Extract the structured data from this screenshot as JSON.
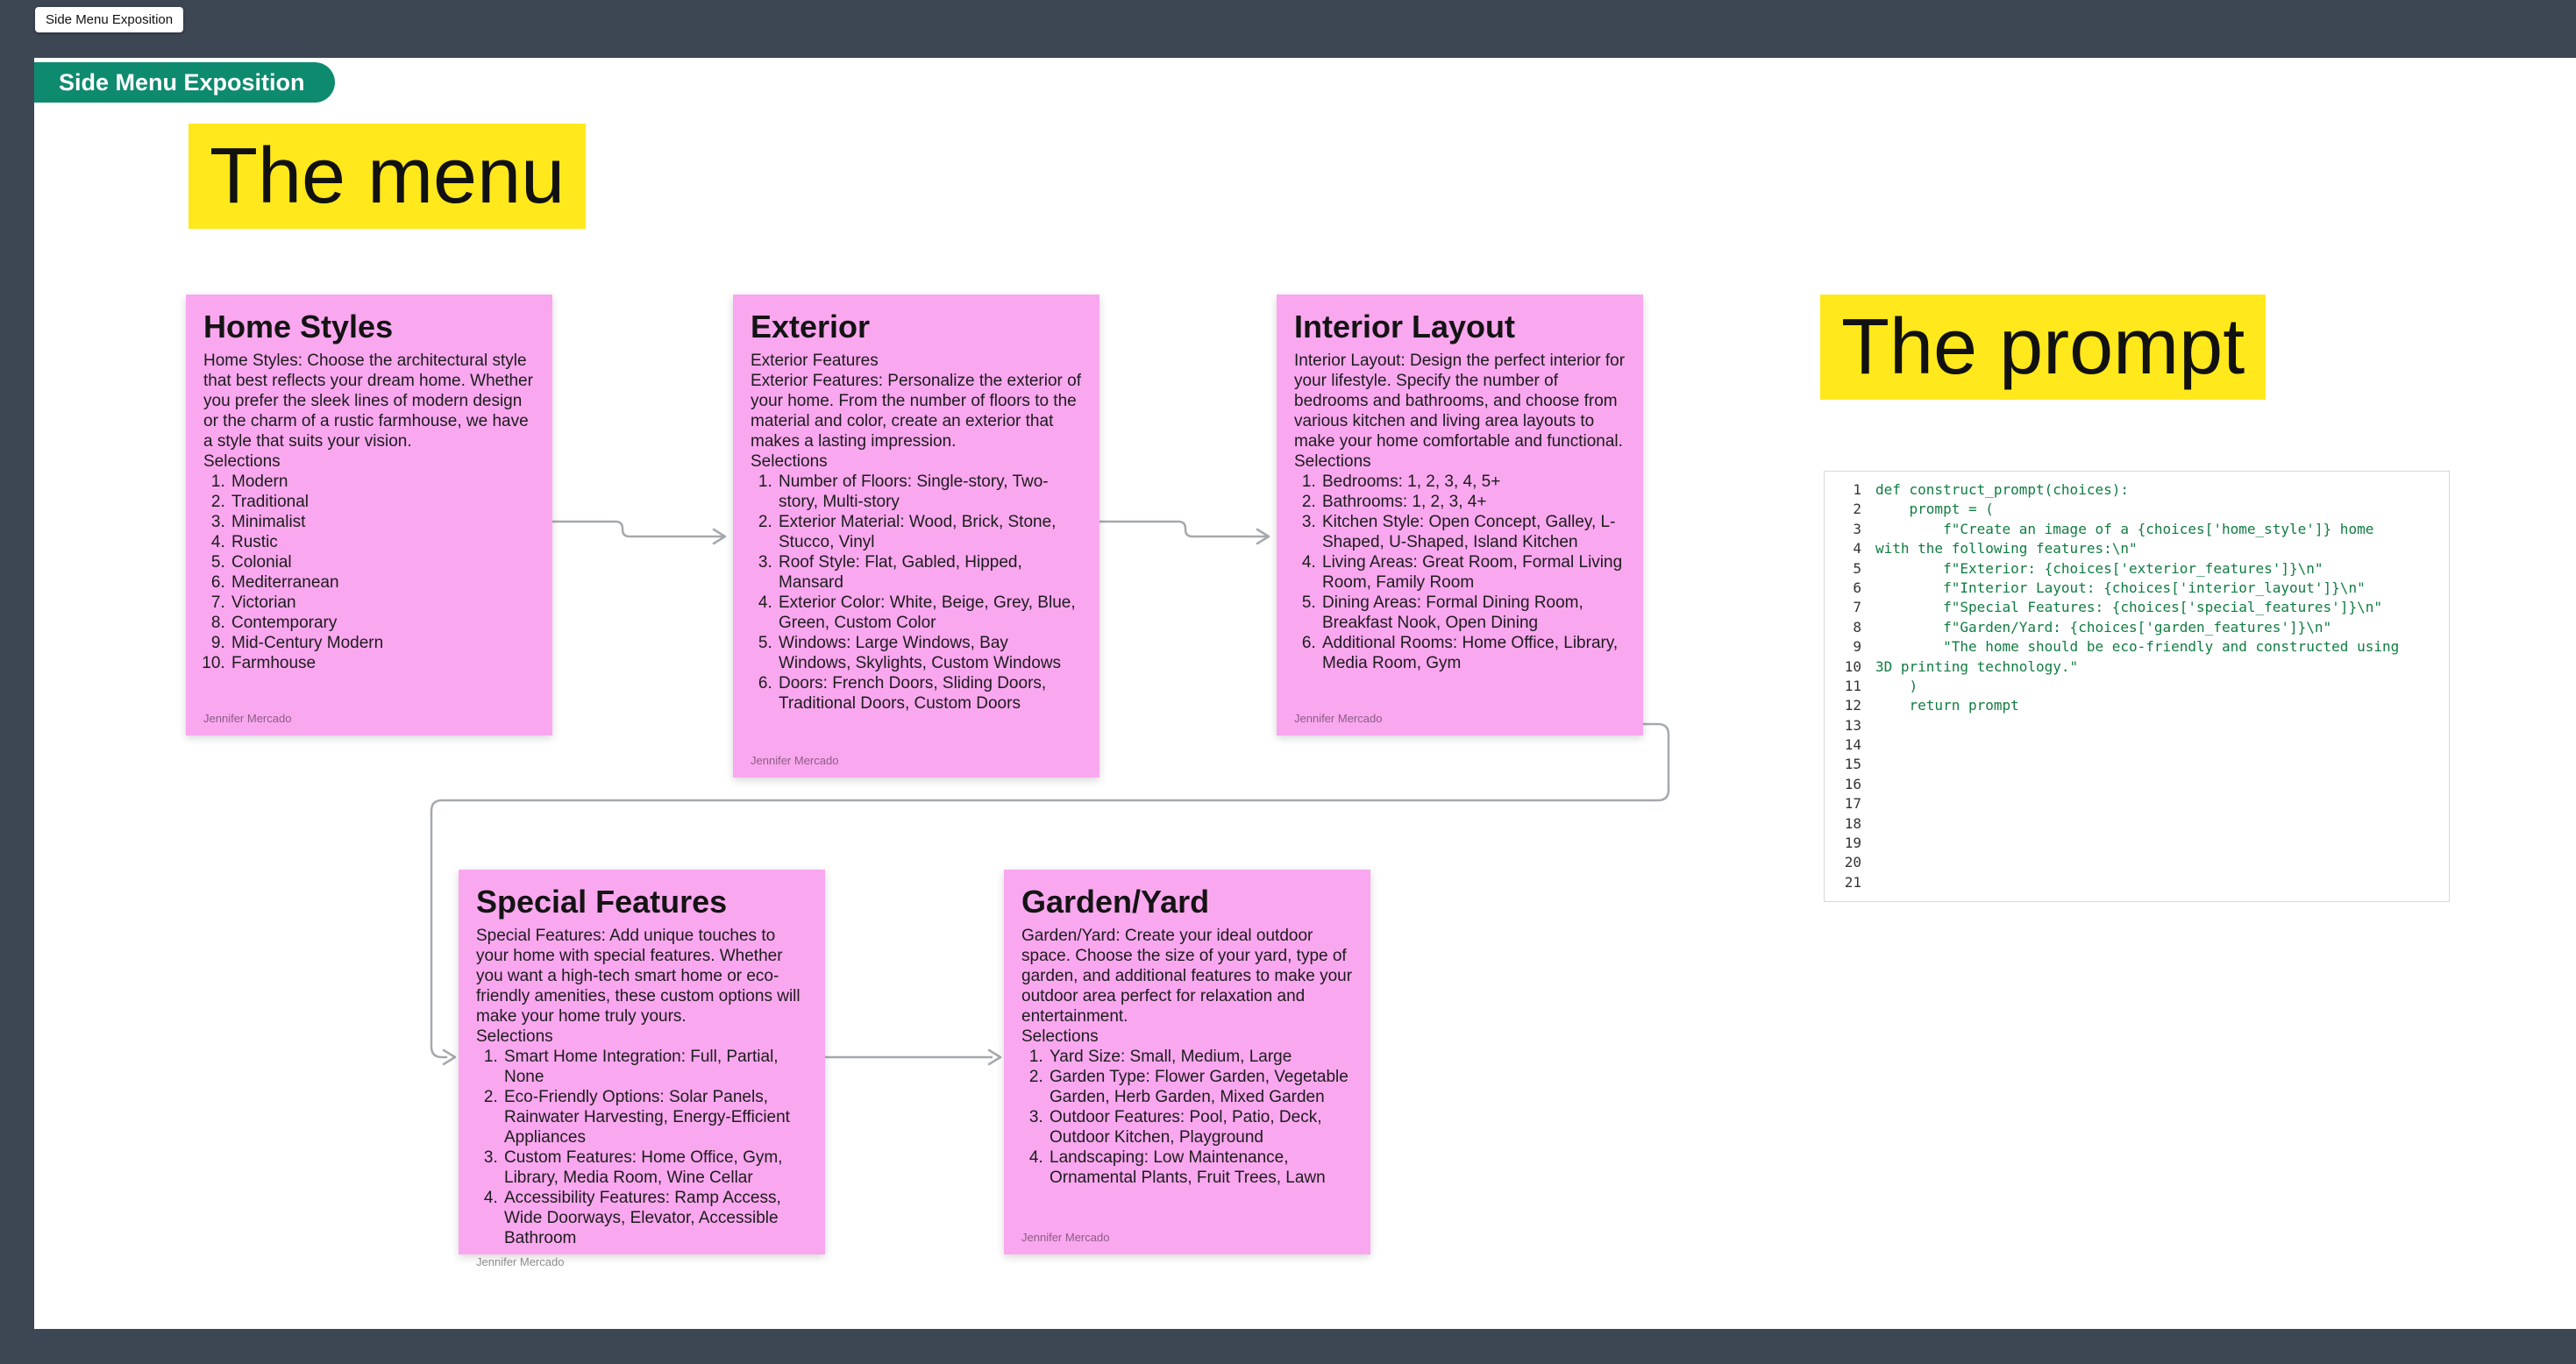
{
  "window": {
    "tab_label": "Side Menu Exposition",
    "section_label": "Side Menu Exposition"
  },
  "headings": {
    "menu": "The menu",
    "prompt": "The prompt"
  },
  "stickies": [
    {
      "title": "Home Styles",
      "subtitle": "",
      "description": "Home Styles: Choose the architectural style that best reflects your dream home. Whether you prefer the sleek lines of modern design or the charm of a rustic farmhouse, we have a style that suits your vision.",
      "selections_label": "Selections",
      "items": [
        "Modern",
        "Traditional",
        "Minimalist",
        "Rustic",
        "Colonial",
        "Mediterranean",
        "Victorian",
        "Contemporary",
        "Mid-Century Modern",
        "Farmhouse"
      ],
      "author": "Jennifer Mercado"
    },
    {
      "title": "Exterior",
      "subtitle": "Exterior Features",
      "description": "Exterior Features: Personalize the exterior of your home. From the number of floors to the material and color, create an exterior that makes a lasting impression.",
      "selections_label": "Selections",
      "items": [
        "Number of Floors: Single-story, Two-story, Multi-story",
        "Exterior Material: Wood, Brick, Stone, Stucco, Vinyl",
        "Roof Style: Flat, Gabled, Hipped, Mansard",
        "Exterior Color: White, Beige, Grey, Blue, Green, Custom Color",
        "Windows: Large Windows, Bay Windows, Skylights, Custom Windows",
        "Doors: French Doors, Sliding Doors, Traditional Doors, Custom Doors"
      ],
      "author": "Jennifer Mercado"
    },
    {
      "title": "Interior Layout",
      "subtitle": "",
      "description": "Interior Layout: Design the perfect interior for your lifestyle. Specify the number of bedrooms and bathrooms, and choose from various kitchen and living area layouts to make your home comfortable and functional.",
      "selections_label": "Selections",
      "items": [
        "Bedrooms: 1, 2, 3, 4, 5+",
        "Bathrooms: 1, 2, 3, 4+",
        "Kitchen Style: Open Concept, Galley, L-Shaped, U-Shaped, Island Kitchen",
        "Living Areas: Great Room, Formal Living Room, Family Room",
        "Dining Areas: Formal Dining Room, Breakfast Nook, Open Dining",
        "Additional Rooms: Home Office, Library, Media Room, Gym"
      ],
      "author": "Jennifer Mercado"
    },
    {
      "title": "Special Features",
      "subtitle": "",
      "description": "Special Features: Add unique touches to your home with special features. Whether you want a high-tech smart home or eco-friendly amenities, these custom options will make your home truly yours.",
      "selections_label": "Selections",
      "items": [
        "Smart Home Integration: Full, Partial, None",
        "Eco-Friendly Options: Solar Panels, Rainwater Harvesting, Energy-Efficient Appliances",
        "Custom Features: Home Office, Gym, Library, Media Room, Wine Cellar",
        "Accessibility Features: Ramp Access, Wide Doorways, Elevator, Accessible Bathroom"
      ],
      "author": "Jennifer Mercado"
    },
    {
      "title": "Garden/Yard",
      "subtitle": "",
      "description": "Garden/Yard: Create your ideal outdoor space. Choose the size of your yard, type of garden, and additional features to make your outdoor area perfect for relaxation and entertainment.",
      "selections_label": "Selections",
      "items": [
        "Yard Size: Small, Medium, Large",
        "Garden Type: Flower Garden, Vegetable Garden, Herb Garden, Mixed Garden",
        "Outdoor Features: Pool, Patio, Deck, Outdoor Kitchen, Playground",
        "Landscaping: Low Maintenance, Ornamental Plants, Fruit Trees, Lawn"
      ],
      "author": "Jennifer Mercado"
    }
  ],
  "code_panel": {
    "line_count": 21,
    "lines": [
      "def construct_prompt(choices):",
      "    prompt = (",
      "        f\"Create an image of a {choices['home_style']} home",
      "with the following features:\\n\"",
      "        f\"Exterior: {choices['exterior_features']}\\n\"",
      "        f\"Interior Layout: {choices['interior_layout']}\\n\"",
      "        f\"Special Features: {choices['special_features']}\\n\"",
      "        f\"Garden/Yard: {choices['garden_features']}\\n\"",
      "        \"The home should be eco-friendly and constructed using",
      "3D printing technology.\"",
      "    )",
      "    return prompt",
      "",
      "",
      "",
      "",
      "",
      "",
      "",
      "",
      ""
    ]
  },
  "colors": {
    "frame_background": "#3D4653",
    "canvas_background": "#FFFFFF",
    "section_badge": "#0E8A6F",
    "highlight_yellow": "#FFE81C",
    "sticky_pink": "#F9A7EF",
    "connector_gray": "#A5A9AD",
    "code_green": "#107C41",
    "line_number_color": "#333333"
  }
}
